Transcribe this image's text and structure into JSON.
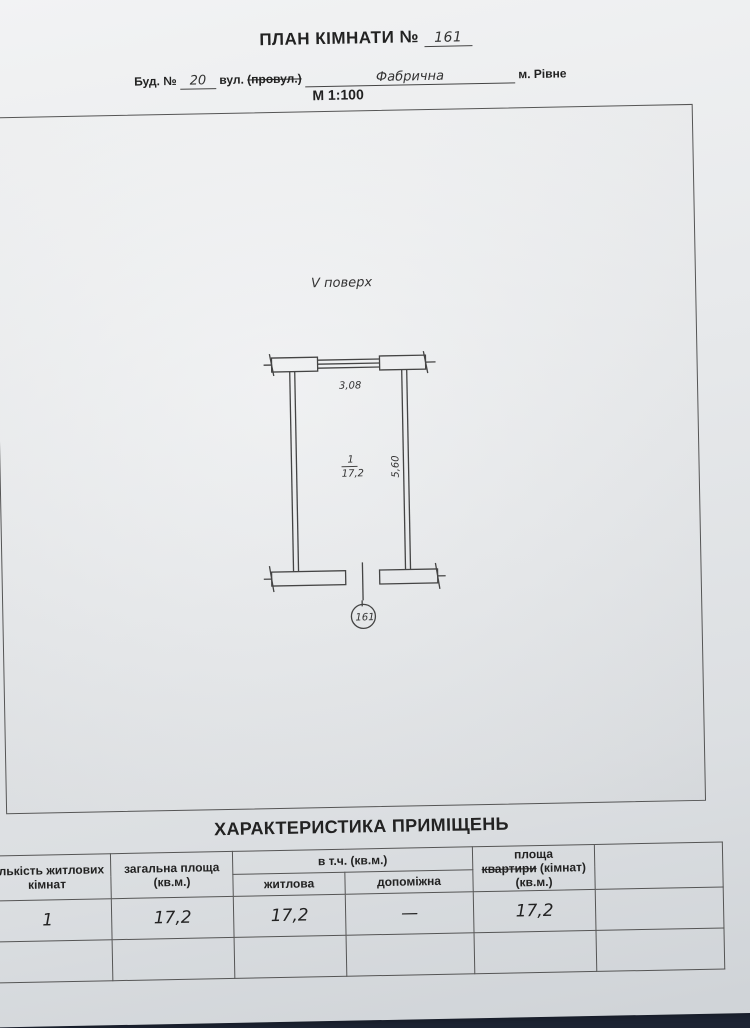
{
  "header": {
    "title": "ПЛАН КІМНАТИ №",
    "room_number": "161",
    "building_label": "Буд. №",
    "building_number": "20",
    "street_label": "вул.",
    "lane_label": "(провул.)",
    "street_name": "Фабрична",
    "city": "м. Рівне",
    "scale": "М 1:100"
  },
  "plan": {
    "floor_label": "V поверх",
    "width_dim": "3,08",
    "length_dim": "5,60",
    "room_index": "1",
    "room_area": "17,2",
    "marker": "161"
  },
  "characteristics": {
    "title": "ХАРАКТЕРИСТИКА ПРИМІЩЕНЬ",
    "headers": {
      "rooms_count": "кількість житлових кімнат",
      "total_area": "загальна площа (кв.м.)",
      "incl": "в т.ч. (кв.м.)",
      "living": "житлова",
      "auxiliary": "допоміжна",
      "area_label": "площа",
      "apartment_struck": "квартири",
      "rooms_label": "(кімнат)",
      "unit": "(кв.м.)"
    },
    "values": {
      "rooms_count": "1",
      "total_area": "17,2",
      "living": "17,2",
      "auxiliary": "—",
      "area": "17,2"
    }
  }
}
